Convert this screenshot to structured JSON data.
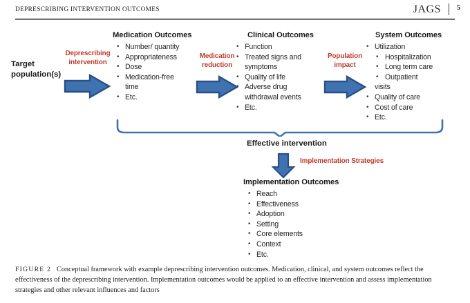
{
  "running_head": {
    "title": "DEPRESCRIBING INTERVENTION OUTCOMES",
    "journal": "JAGS",
    "page": "5"
  },
  "figure": {
    "target": {
      "line1": "Target",
      "line2": "population(s)"
    },
    "flow_labels": {
      "deprescribing": "Deprescribing\nintervention",
      "deprescribing_l1": "Deprescribing",
      "deprescribing_l2": "intervention",
      "medication_reduction_l1": "Medication",
      "medication_reduction_l2": "reduction",
      "population_impact_l1": "Population",
      "population_impact_l2": "impact",
      "implementation_strategies": "Implementation Strategies"
    },
    "columns": [
      {
        "heading": "Medication Outcomes",
        "items": [
          {
            "text": "Number/ quantity",
            "level": 1,
            "bullet": true
          },
          {
            "text": "Appropriateness",
            "level": 1,
            "bullet": true
          },
          {
            "text": "Dose",
            "level": 1,
            "bullet": true
          },
          {
            "text": "Medication-free",
            "level": 1,
            "bullet": true
          },
          {
            "text": "time",
            "level": 1,
            "bullet": false
          },
          {
            "text": "Etc.",
            "level": 1,
            "bullet": true
          }
        ]
      },
      {
        "heading": "Clinical Outcomes",
        "items": [
          {
            "text": "Function",
            "level": 1,
            "bullet": true
          },
          {
            "text": "Treated signs and",
            "level": 1,
            "bullet": true
          },
          {
            "text": "symptoms",
            "level": 1,
            "bullet": false
          },
          {
            "text": "Quality of life",
            "level": 1,
            "bullet": true
          },
          {
            "text": "Adverse drug",
            "level": 1,
            "bullet": true
          },
          {
            "text": "withdrawal events",
            "level": 1,
            "bullet": false
          },
          {
            "text": "Etc.",
            "level": 1,
            "bullet": true
          }
        ]
      },
      {
        "heading": "System Outcomes",
        "items": [
          {
            "text": "Utilization",
            "level": 1,
            "bullet": true
          },
          {
            "text": "Hospitalization",
            "level": 2,
            "bullet": true
          },
          {
            "text": "Long term care",
            "level": 2,
            "bullet": true
          },
          {
            "text": "Outpatient",
            "level": 2,
            "bullet": true
          },
          {
            "text": "visits",
            "level": 2,
            "bullet": false
          },
          {
            "text": "Quality of care",
            "level": 1,
            "bullet": true
          },
          {
            "text": "Cost of care",
            "level": 1,
            "bullet": true
          },
          {
            "text": "Etc.",
            "level": 1,
            "bullet": true
          }
        ]
      }
    ],
    "effective_intervention": "Effective intervention",
    "implementation": {
      "heading": "Implementation Outcomes",
      "items": [
        {
          "text": "Reach",
          "level": 1,
          "bullet": true
        },
        {
          "text": "Effectiveness",
          "level": 1,
          "bullet": true
        },
        {
          "text": "Adoption",
          "level": 1,
          "bullet": true
        },
        {
          "text": "Setting",
          "level": 1,
          "bullet": true
        },
        {
          "text": "Core elements",
          "level": 1,
          "bullet": true
        },
        {
          "text": "Context",
          "level": 1,
          "bullet": true
        },
        {
          "text": "Etc.",
          "level": 1,
          "bullet": true
        }
      ]
    },
    "colors": {
      "arrow_fill": "#3f72b0",
      "arrow_stroke": "#2b4f85",
      "bracket": "#3f72b0",
      "red_label": "#c0392b"
    }
  },
  "caption": {
    "label": "FIGURE 2",
    "text": "Conceptual framework with example deprescribing intervention outcomes. Medication, clinical, and system outcomes reflect the effectiveness of the deprescribing intervention. Implementation outcomes would be applied to an effective intervention and assess implementation strategies and other relevant influences and factors"
  }
}
